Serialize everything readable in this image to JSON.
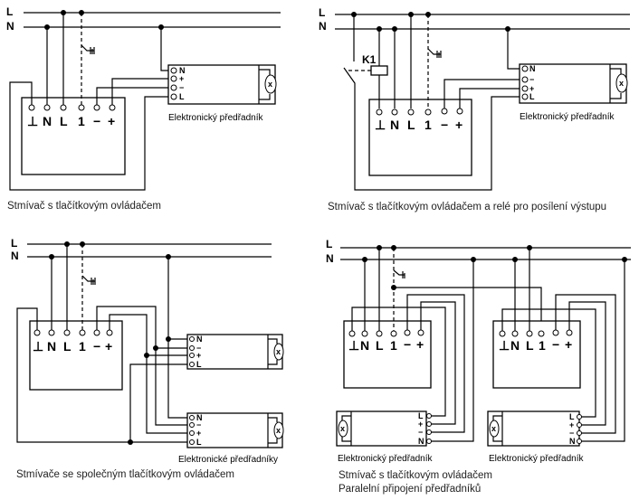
{
  "bus_labels": {
    "line": "L",
    "neutral": "N"
  },
  "dimmer_terminals": [
    "⊥",
    "N",
    "L",
    "1",
    "−",
    "+"
  ],
  "relay_label": "K1",
  "lamp_symbol": "x",
  "diagrams": [
    {
      "id": "single",
      "title": "Stmívač s tlačítkovým ovládačem",
      "ballast_caption": "Elektronický předřadník",
      "ballast_terminals": [
        "N",
        "+",
        "−",
        "L"
      ]
    },
    {
      "id": "relay",
      "title": "Stmívač s tlačítkovým ovládačem a relé pro posílení výstupu",
      "ballast_caption": "Elektronický předřadník",
      "ballast_terminals": [
        "N",
        "−",
        "+",
        "L"
      ]
    },
    {
      "id": "common",
      "title": "Stmívače se společným tlačítkovým ovládačem",
      "ballast_caption": "Elektronické předřadníky",
      "ballast_terminals": [
        "N",
        "−",
        "+",
        "L"
      ]
    },
    {
      "id": "parallel",
      "title_line1": "Stmívač s tlačítkovým ovládačem",
      "title_line2": "Paralelní připojení předřadníků",
      "ballast_caption_left": "Elektronický předřadník",
      "ballast_caption_right": "Elektronický předřadník",
      "ballast_terminals": [
        "L",
        "+",
        "−",
        "N"
      ]
    }
  ]
}
